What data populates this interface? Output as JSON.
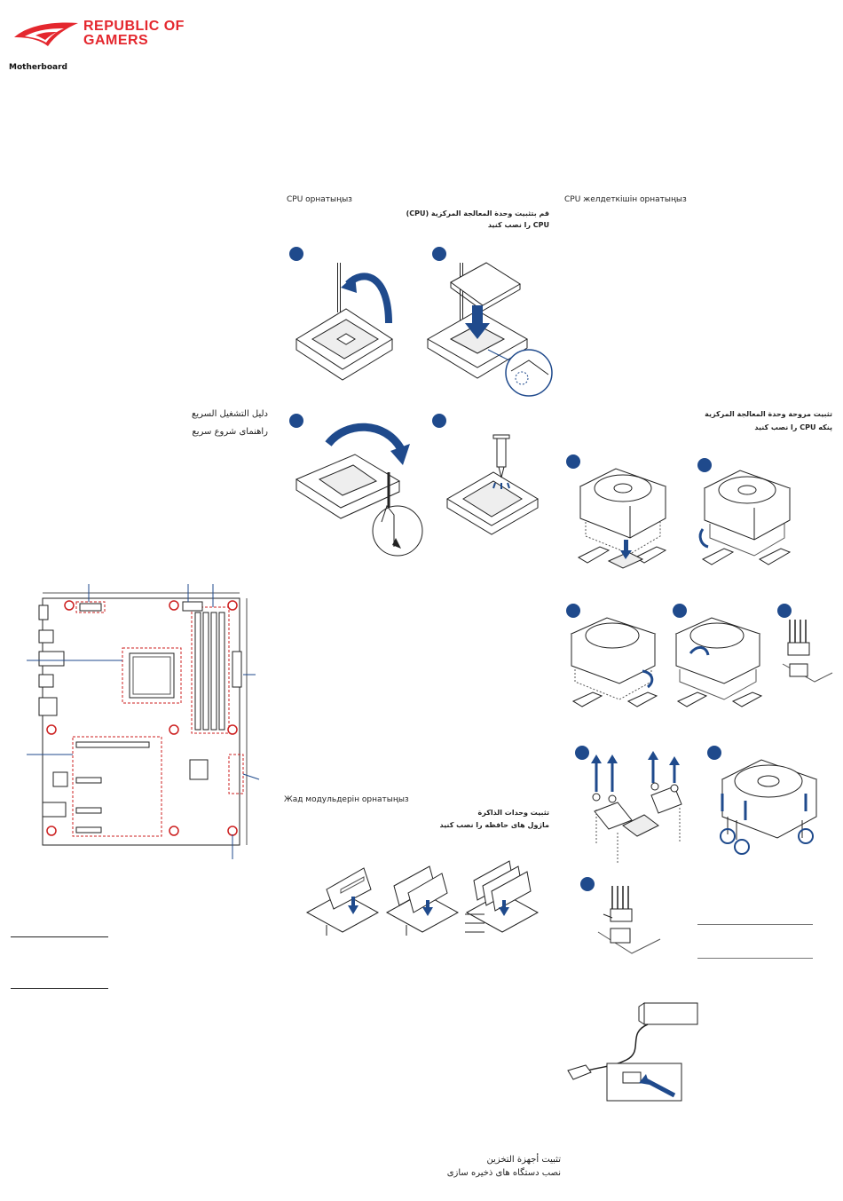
{
  "brand": {
    "line1": "REPUBLIC OF",
    "line2": "GAMERS",
    "logo_icon": "rog-eye-logo",
    "accent": "#e4272e"
  },
  "doc": {
    "product": "Motherboard",
    "quick_start_ar": "دليل التشغيل السريع",
    "quick_start_fa": "راهنمای شروع سریع"
  },
  "sections": {
    "cpu_kk": "CPU орнатыңыз",
    "cpu_ar": "قم بتثبيت وحدة المعالجة المركزية (CPU)",
    "cpu_fa": "CPU را نصب کنید",
    "cooler_kk": "CPU желдеткішін орнатыңыз",
    "cooler_ar": "تثبيت مروحة وحدة المعالجة المركزية",
    "cooler_fa": "پنکه CPU را نصب کنید",
    "memory_kk": "Жад модульдерін орнатыңыз",
    "memory_ar": "تثبيت وحدات الذاكرة",
    "memory_fa": "ماژول های حافظه را نصب کنید",
    "storage_ar": "تثبيت أجهزة التخزين",
    "storage_fa": "نصب دستگاه های ذخیره سازی"
  },
  "colors": {
    "step_marker": "#1f4a8c",
    "arrow": "#1f4a8c",
    "callout_line": "#1f4a8c",
    "screw_marker": "#cc1f1f",
    "outline": "#222222"
  }
}
